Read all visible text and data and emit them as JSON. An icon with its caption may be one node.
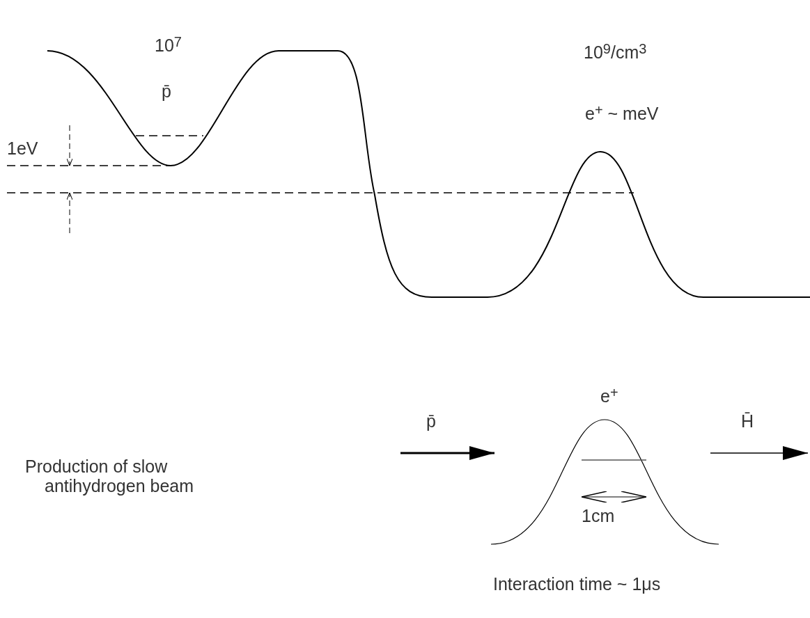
{
  "diagram": {
    "labels": [
      "10$^{7}$",
      "p̄",
      "1eV",
      "10$^{9}$/cm$^{3}$",
      "e$^{+}$ ~ meV",
      "e$^{+}$",
      "p̄",
      "H̄",
      "Production of slow antihydrogen beam",
      "1cm",
      "Interaction time ~ 1μs"
    ]
  }
}
